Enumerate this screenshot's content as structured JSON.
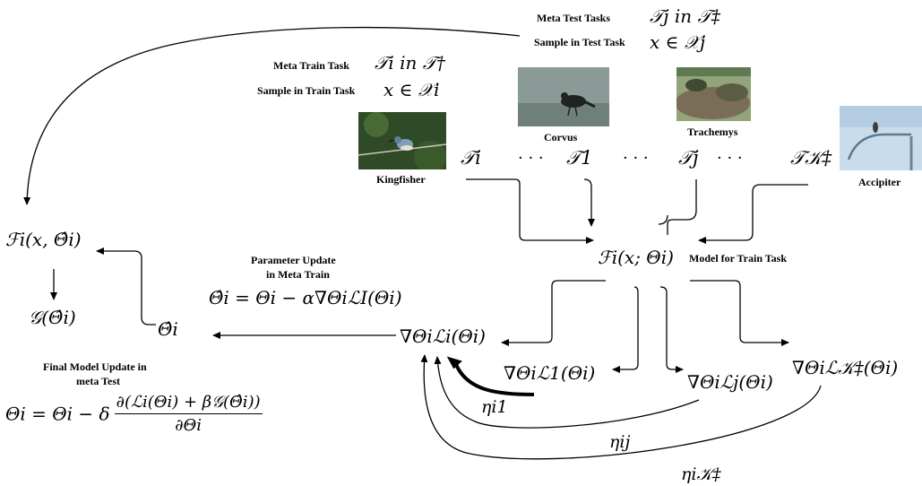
{
  "labels": {
    "meta_test_tasks": "Meta Test Tasks",
    "sample_in_test_task": "Sample in Test Task",
    "meta_train_task": "Meta Train Task",
    "sample_in_train_task": "Sample in Train Task",
    "kingfisher": "Kingfisher",
    "corvus": "Corvus",
    "trachemys": "Trachemys",
    "accipiter": "Accipiter",
    "model_for_train_task": "Model for Train Task",
    "parameter_update_line1": "Parameter Update",
    "parameter_update_line2": "in Meta Train",
    "final_update_line1": "Final Model Update in",
    "final_update_line2": "meta Test"
  },
  "math": {
    "test_task_set": "𝒯j in 𝒯‡",
    "test_sample": "x ∈ 𝒳j",
    "train_task_set": "𝒯i in 𝒯†",
    "train_sample": "x ∈ 𝒳i",
    "task_i": "𝒯i",
    "dots1": "· · ·",
    "task_1": "𝒯1",
    "dots2": "· · ·",
    "task_j": "𝒯j",
    "dots3": "· · ·",
    "task_k": "𝒯𝒦‡",
    "model": "ℱi(x; Θi)",
    "updated_model": "ℱi(x, Θ̂i)",
    "g_term": "𝒢(Θ̂i)",
    "theta_hat": "Θ̂i",
    "param_update": "Θ̂i = Θi − α∇ΘiℒI(Θi)",
    "grad_i": "∇Θiℒi(Θi)",
    "grad_1": "∇Θiℒ1(Θi)",
    "grad_j": "∇Θiℒj(Θi)",
    "grad_k": "∇Θiℒ𝒦‡(Θi)",
    "eta_i1": "ηi1",
    "eta_ij": "ηij",
    "eta_ik": "ηi𝒦‡",
    "final_lhs": "Θi = Θi − δ",
    "final_num": "∂(ℒi(Θi) + β𝒢(Θ̂i))",
    "final_den": "∂Θi"
  }
}
